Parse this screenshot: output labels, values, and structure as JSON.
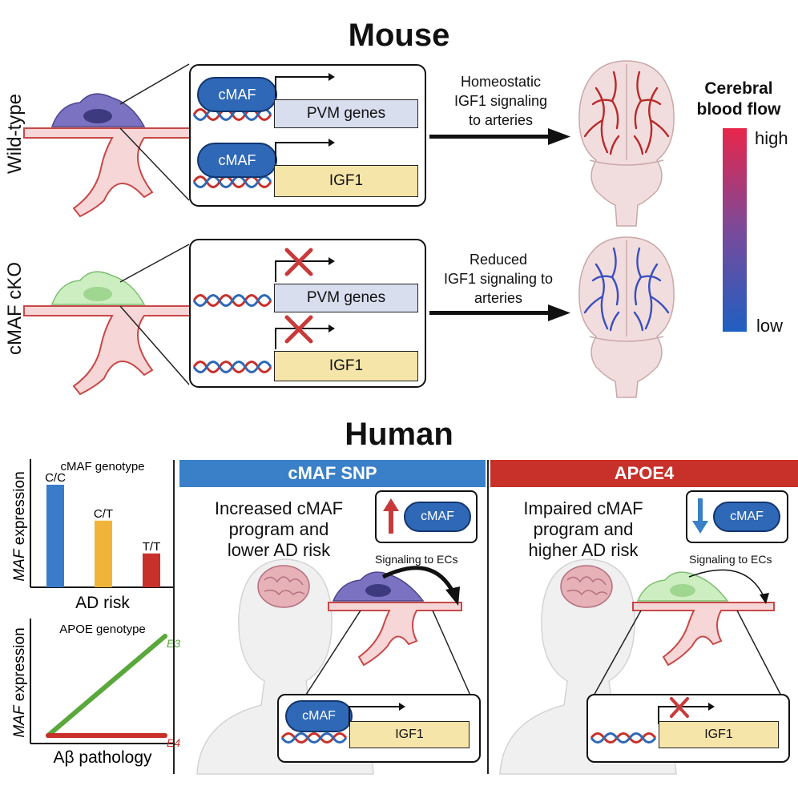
{
  "mouse": {
    "title": "Mouse",
    "wildtype_label": "Wild-type",
    "cko_label": "cMAF cKO",
    "wt_box": {
      "tf_1": "cMAF",
      "gene_1": "PVM genes",
      "tf_2": "cMAF",
      "gene_2": "IGF1"
    },
    "cko_box": {
      "gene_1": "PVM genes",
      "gene_2": "IGF1"
    },
    "wt_arrow_text": [
      "Homeostatic",
      "IGF1 signaling",
      "to arteries"
    ],
    "cko_arrow_text": [
      "Reduced",
      "IGF1 signaling to",
      "arteries"
    ],
    "cbf": {
      "title_1": "Cerebral",
      "title_2": "blood flow",
      "high": "high",
      "low": "low",
      "color_high": "#e8264a",
      "color_mid": "#7a4a9a",
      "color_low": "#1f5fc2"
    }
  },
  "human": {
    "title": "Human",
    "bar_chart": {
      "title": "cMAF genotype",
      "ylabel_italic": "MAF",
      "ylabel_rest": " expression",
      "xlabel": "AD risk"
    },
    "line_chart": {
      "title": "APOE genotype",
      "ylabel_italic": "MAF",
      "ylabel_rest": " expression",
      "xlabel": "Aβ pathology"
    },
    "snp_panel": {
      "band": "cMAF SNP",
      "band_color": "#3a80c8",
      "text": [
        "Increased cMAF",
        "program and",
        "lower AD risk"
      ],
      "pill": "cMAF",
      "signal": "Signaling to ECs",
      "tf": "cMAF",
      "gene": "IGF1"
    },
    "apoe_panel": {
      "band": "APOE4",
      "band_color": "#c8302a",
      "text": [
        "Impaired cMAF",
        "program and",
        "higher AD risk"
      ],
      "pill": "cMAF",
      "signal": "Signaling to ECs",
      "gene": "IGF1"
    }
  },
  "chart_data": [
    {
      "type": "bar",
      "title": "cMAF genotype",
      "categories": [
        "C/C",
        "C/T",
        "T/T"
      ],
      "values": [
        1.0,
        0.65,
        0.33
      ],
      "colors": [
        "#3a7cc9",
        "#f0b43a",
        "#c8302a"
      ],
      "xlabel": "AD risk",
      "ylabel": "MAF expression"
    },
    {
      "type": "line",
      "title": "APOE genotype",
      "x": [
        0,
        1
      ],
      "series": [
        {
          "name": "E3",
          "values": [
            0.1,
            1.0
          ],
          "color": "#5aa83c"
        },
        {
          "name": "E4",
          "values": [
            0.1,
            0.1
          ],
          "color": "#c8302a"
        }
      ],
      "xlabel": "Aβ pathology",
      "ylabel": "MAF expression"
    }
  ]
}
